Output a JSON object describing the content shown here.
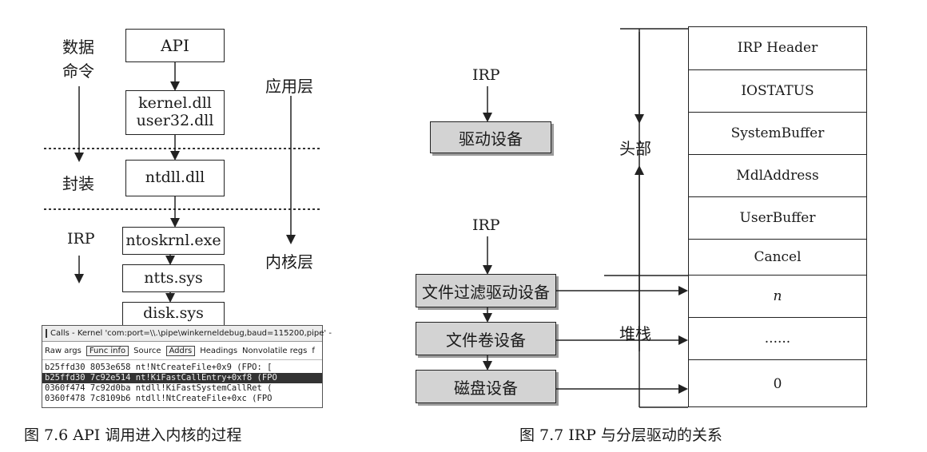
{
  "left_figure": {
    "side_labels": {
      "data_cmd": "数据\n命令",
      "encapsulate": "封装",
      "irp": "IRP",
      "app_layer": "应用层",
      "kernel_layer": "内核层"
    },
    "boxes": {
      "api": "API",
      "kernel_user": "kernel.dll\nuser32.dll",
      "ntdll": "ntdll.dll",
      "ntoskrnl": "ntoskrnl.exe",
      "ntfs": "ntts.sys",
      "disk": "disk.sys"
    },
    "debugger": {
      "title": "Calls - Kernel 'com:port=\\\\.\\pipe\\winkerneldebug,baud=115200,pipe' -",
      "toolbar": [
        "Raw args",
        "Func info",
        "Source",
        "Addrs",
        "Headings",
        "Nonvolatile regs",
        "f"
      ],
      "lines": [
        "b25ffd30 8053e658 nt!NtCreateFile+0x9 (FPO: [",
        "b25ffd30 7c92e514 nt!KiFastCallEntry+0xf8 (FPO",
        "0360f474 7c92d0ba ntdll!KiFastSystemCallRet (",
        "0360f478 7c8109b6 ntdll!NtCreateFile+0xc (FPO"
      ]
    },
    "caption": "图 7.6   API 调用进入内核的过程"
  },
  "right_figure": {
    "irp_label_top": "IRP",
    "irp_label_mid": "IRP",
    "driver_device": "驱动设备",
    "stack_devices": [
      "文件过滤驱动设备",
      "文件卷设备",
      "磁盘设备"
    ],
    "header_label": "头部",
    "stack_label": "堆栈",
    "cells": [
      "IRP Header",
      "IOSTATUS",
      "SystemBuffer",
      "MdlAddress",
      "UserBuffer",
      "Cancel",
      "n",
      "......",
      "0"
    ],
    "caption": "图 7.7   IRP 与分层驱动的关系"
  }
}
